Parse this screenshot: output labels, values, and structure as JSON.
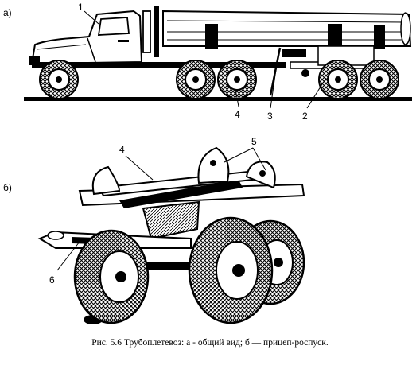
{
  "panel_a": {
    "label": "а)",
    "callouts": {
      "c1": "1",
      "c4": "4",
      "c3": "3",
      "c2": "2"
    }
  },
  "panel_b": {
    "label": "б)",
    "callouts": {
      "c4": "4",
      "c5": "5",
      "c6": "6"
    }
  },
  "caption": "Рис. 5.6 Трубоплетевоз: а - общий вид; б — прицеп-роспуск."
}
